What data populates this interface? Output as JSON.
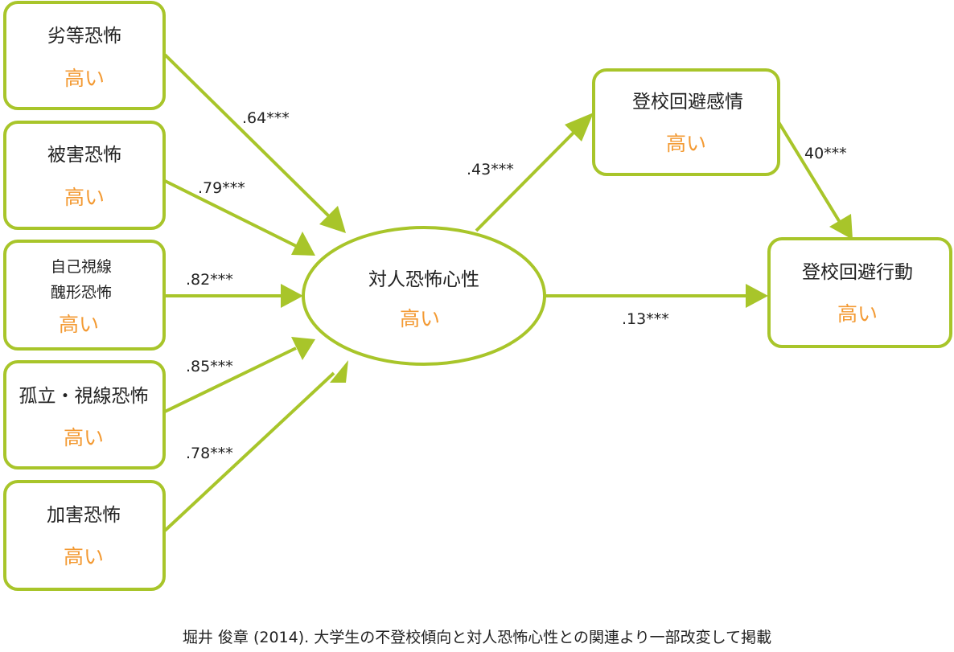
{
  "colors": {
    "line": "#a8c52a",
    "level_text": "#f39a33",
    "text": "#222222"
  },
  "predictors": [
    {
      "title": "劣等恐怖",
      "level": "高い"
    },
    {
      "title": "被害恐怖",
      "level": "高い"
    },
    {
      "title_lines": [
        "自己視線",
        "醜形恐怖"
      ],
      "level": "高い"
    },
    {
      "title": "孤立・視線恐怖",
      "level": "高い"
    },
    {
      "title": "加害恐怖",
      "level": "高い"
    }
  ],
  "center": {
    "title": "対人恐怖心性",
    "level": "高い"
  },
  "emotion": {
    "title": "登校回避感情",
    "level": "高い"
  },
  "behavior": {
    "title": "登校回避行動",
    "level": "高い"
  },
  "paths": {
    "p1": ".64***",
    "p2": ".79***",
    "p3": ".82***",
    "p4": ".85***",
    "p5": ".78***",
    "center_to_emotion": ".43***",
    "emotion_to_behavior": "40***",
    "center_to_behavior": ".13***"
  },
  "source_note": "堀井 俊章 (2014). 大学生の不登校傾向と対人恐怖心性との関連より一部改変して掲載"
}
